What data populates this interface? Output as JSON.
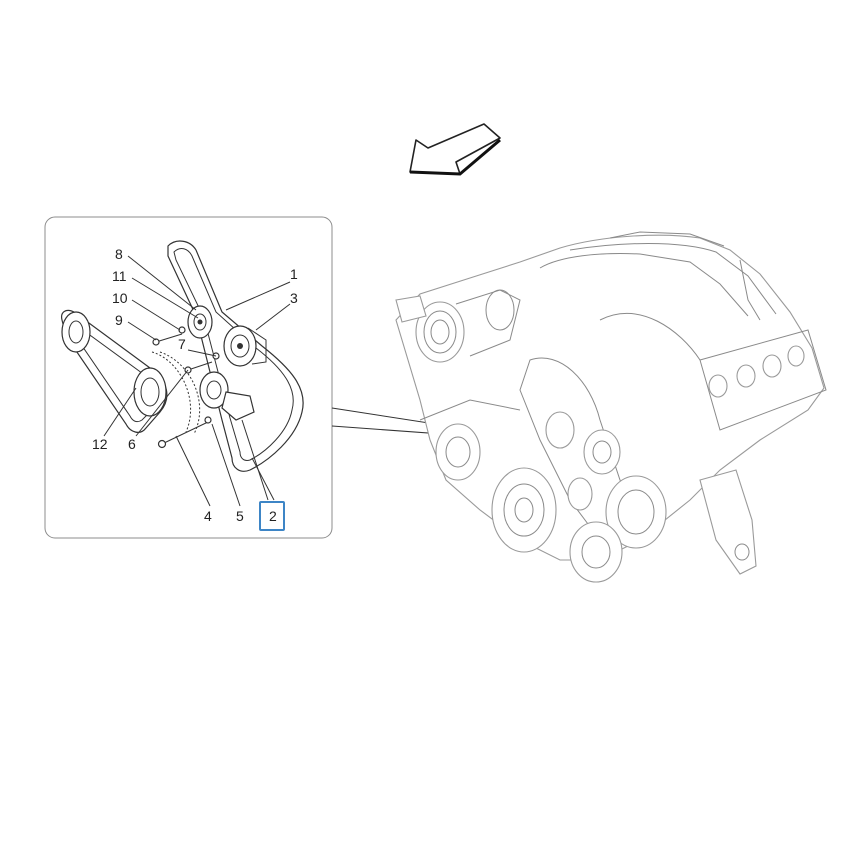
{
  "callouts": [
    {
      "id": "8",
      "label": "8"
    },
    {
      "id": "11",
      "label": "11"
    },
    {
      "id": "10",
      "label": "10"
    },
    {
      "id": "9",
      "label": "9"
    },
    {
      "id": "7",
      "label": "7"
    },
    {
      "id": "1",
      "label": "1"
    },
    {
      "id": "3",
      "label": "3"
    },
    {
      "id": "12",
      "label": "12"
    },
    {
      "id": "6",
      "label": "6"
    },
    {
      "id": "4",
      "label": "4"
    },
    {
      "id": "5",
      "label": "5"
    },
    {
      "id": "2",
      "label": "2"
    }
  ],
  "highlighted_callout": "2",
  "colors": {
    "highlight": "#3d85c6",
    "inset_border": "#8c8c8c",
    "line": "#333333",
    "engine": "#9a9a9a"
  },
  "icons": {
    "direction": "direction-arrow-icon"
  }
}
